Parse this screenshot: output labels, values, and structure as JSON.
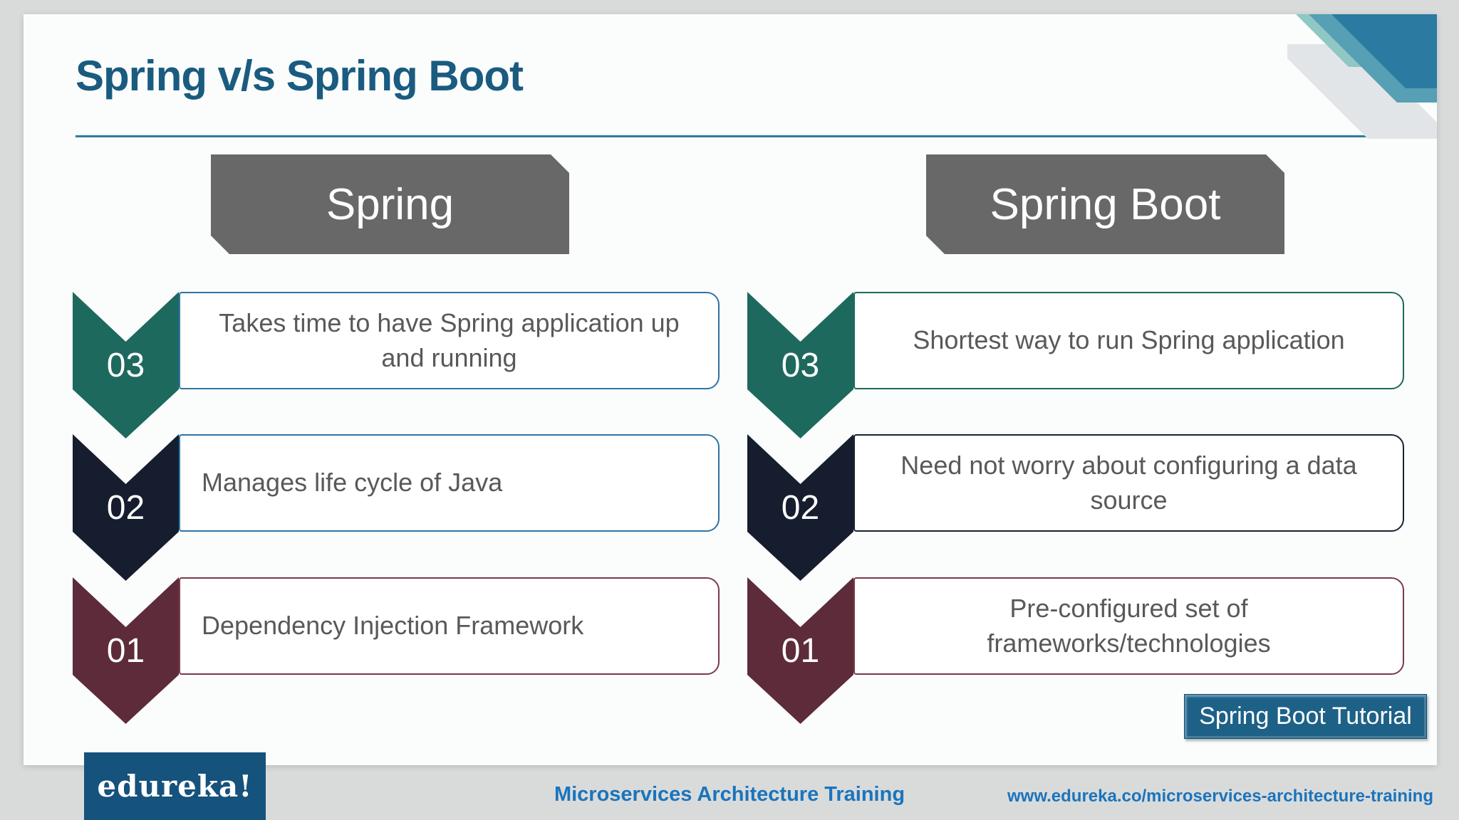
{
  "slide": {
    "title": "Spring v/s Spring Boot",
    "columns": [
      {
        "header": "Spring",
        "items": [
          {
            "number": "03",
            "text": "Takes time to have Spring application up and running"
          },
          {
            "number": "02",
            "text": "Manages life cycle of Java"
          },
          {
            "number": "01",
            "text": "Dependency Injection Framework"
          }
        ]
      },
      {
        "header": "Spring Boot",
        "items": [
          {
            "number": "03",
            "text": "Shortest way to run Spring application"
          },
          {
            "number": "02",
            "text": "Need not worry about configuring a data source"
          },
          {
            "number": "01",
            "text": "Pre-configured set of frameworks/technologies"
          }
        ]
      }
    ],
    "cta_label": "Spring Boot Tutorial"
  },
  "footer": {
    "logo_text": "edureka!",
    "course_title": "Microservices Architecture Training",
    "website_url": "www.edureka.co/microservices-architecture-training"
  },
  "colors": {
    "title_blue": "#1A5B80",
    "banner_gray": "#686868",
    "accent_teal": "#1E695D",
    "accent_navy": "#161D2E",
    "accent_maroon": "#5D2B3A",
    "border_blue": "#2E74A6",
    "cta_blue": "#1D6187",
    "logo_navy": "#15527C",
    "link_blue": "#1B74BC",
    "body_text_gray": "#595959"
  }
}
